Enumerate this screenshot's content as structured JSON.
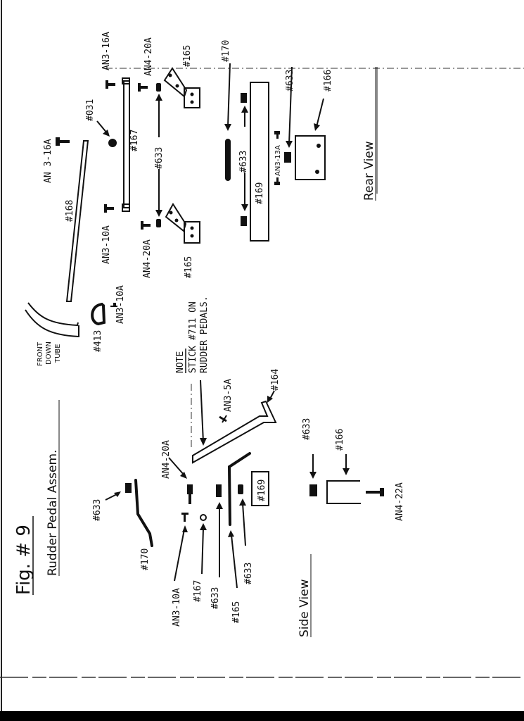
{
  "figure": {
    "number": "Fig. # 9",
    "title": "Rudder Pedal Assem."
  },
  "side_view": {
    "heading": "Side View",
    "labels": {
      "p633_top": "#633",
      "p170": "#170",
      "an4_20a": "AN4-20A",
      "an3_10a": "AN3-10A",
      "p167": "#167",
      "p633_a": "#633",
      "p165": "#165",
      "p633_b": "#633",
      "p169": "#169",
      "note_title": "NOTE",
      "note_line1": "STICK #711 ON",
      "note_line2": "RUDDER PEDALS.",
      "an3_5a": "AN3-5A",
      "p164": "#164",
      "p633_c": "#633",
      "p166": "#166",
      "an4_22a": "AN4-22A"
    }
  },
  "upper_view": {
    "labels": {
      "front_down_tube_1": "FRONT",
      "front_down_tube_2": "DOWN",
      "front_down_tube_3": "TUBE",
      "p413": "#413",
      "an3_10a_small": "AN3-10A",
      "p168": "#168",
      "an3_16a_left": "AN 3-16A",
      "p031": "#031",
      "p167": "#167",
      "an3_10a": "AN3-10A",
      "an4_20a_a": "AN4-20A",
      "p633_a": "#633",
      "p165_a": "#165",
      "an3_16a_right": "AN3-16A",
      "an4_20a_b": "AN4-20A",
      "p165_b": "#165"
    }
  },
  "rear_view": {
    "heading": "Rear View",
    "labels": {
      "p170": "#170",
      "p633_a": "#633",
      "p169": "#169",
      "an3_13a": "AN3-13A",
      "p633_b": "#633",
      "p166": "#166"
    }
  },
  "colors": {
    "ink": "#111111",
    "paper": "#ffffff",
    "bottom_bar": "#000000"
  }
}
